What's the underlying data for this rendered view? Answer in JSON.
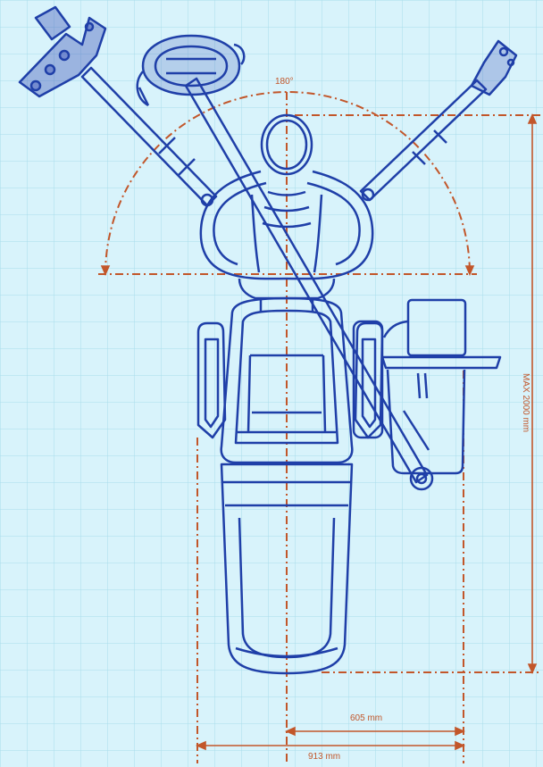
{
  "colors": {
    "background": "#d8f3fb",
    "grid": "#a9dceb",
    "outline": "#1f3fa8",
    "dimension": "#c2562a"
  },
  "dimensions": {
    "angle": "180°",
    "inner_width": "605 mm",
    "overall_width": "913 mm",
    "max_height": "MAX 2000 mm"
  }
}
